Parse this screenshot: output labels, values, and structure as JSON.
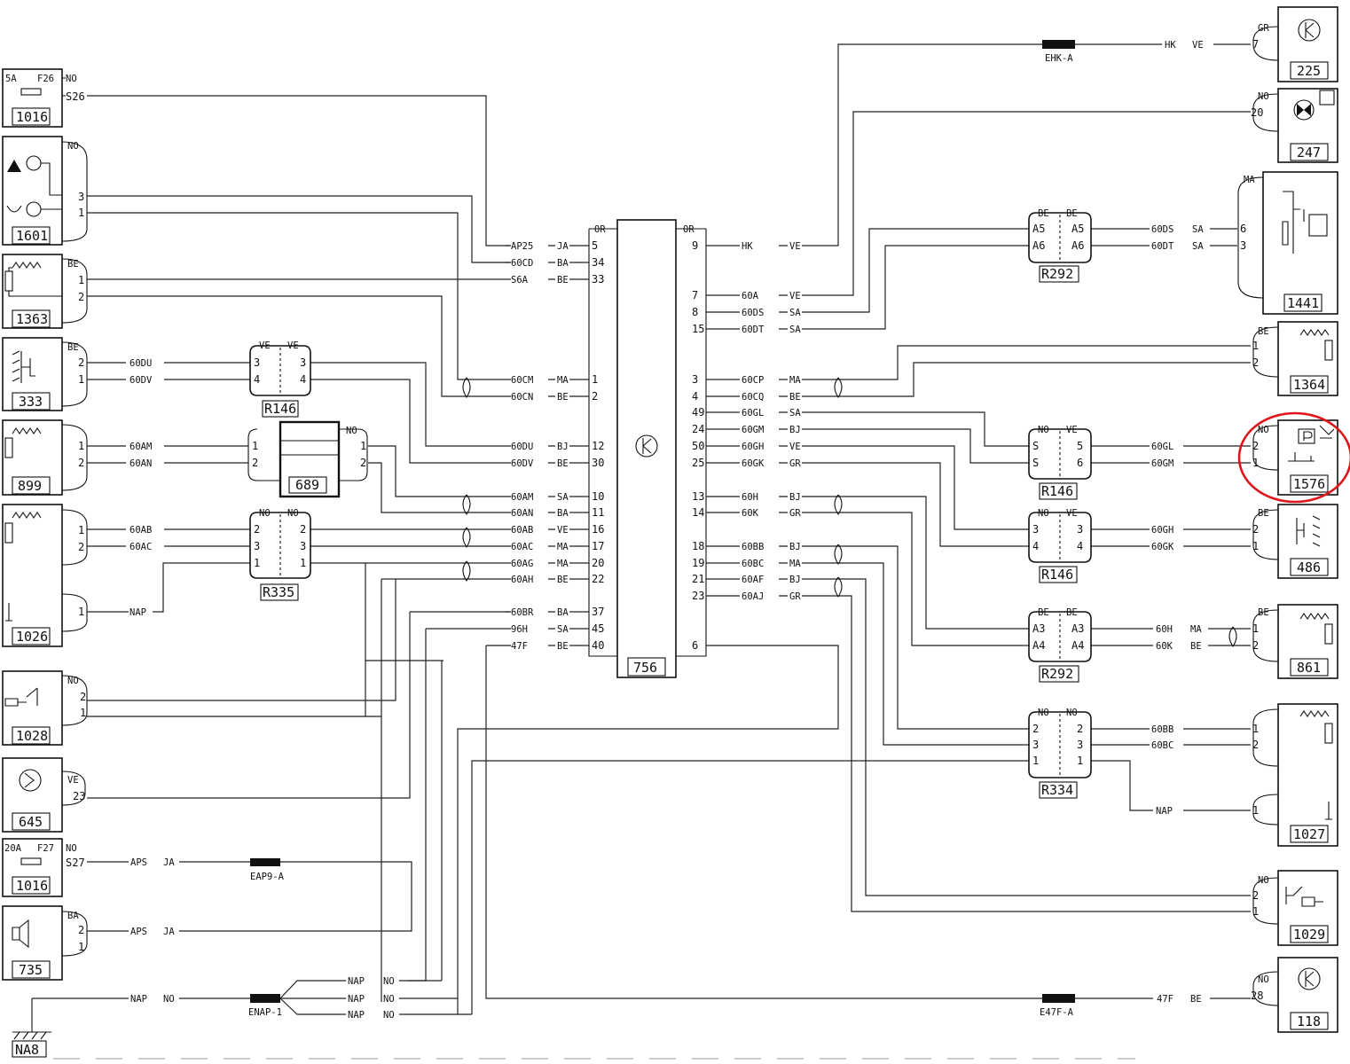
{
  "colors": {
    "ink": "#111111",
    "background": "#ffffff",
    "highlight": "#e0151b"
  },
  "components": {
    "c1016a": {
      "num": "1016",
      "fuse": "5A",
      "ref": "F26",
      "tag": "NO",
      "pin": "S26"
    },
    "c1601": {
      "num": "1601",
      "tag": "NO",
      "p1": "3",
      "p2": "1"
    },
    "c1363": {
      "num": "1363",
      "tag": "BE",
      "p1": "1",
      "p2": "2"
    },
    "c333": {
      "num": "333",
      "tag": "BE",
      "p1": "2",
      "p2": "1"
    },
    "c899": {
      "num": "899",
      "p1": "1",
      "p2": "2"
    },
    "c1026": {
      "num": "1026",
      "p1": "1",
      "p2": "2",
      "p3": "1"
    },
    "c1028": {
      "num": "1028",
      "tag": "NO",
      "p1": "2",
      "p2": "1"
    },
    "c645": {
      "num": "645",
      "tag": "VE",
      "p1": "23"
    },
    "c1016b": {
      "num": "1016",
      "fuse": "20A",
      "ref": "F27",
      "tag": "NO",
      "pin": "S27"
    },
    "c735": {
      "num": "735",
      "tag": "BA",
      "p1": "2",
      "p2": "1"
    },
    "c689": {
      "num": "689",
      "tag": "NO",
      "l1": "1",
      "l2": "2",
      "r1": "1",
      "r2": "2"
    },
    "c756": {
      "num": "756",
      "ltag": "OR",
      "rtag": "OR"
    },
    "c225": {
      "num": "225",
      "tag": "GR",
      "p1": "7"
    },
    "c247": {
      "num": "247",
      "tag": "NO",
      "p1": "20"
    },
    "c1441": {
      "num": "1441",
      "tag": "MA",
      "p1": "6",
      "p2": "3"
    },
    "c1364": {
      "num": "1364",
      "tag": "BE",
      "p1": "1",
      "p2": "2"
    },
    "c1576": {
      "num": "1576",
      "tag": "NO",
      "p1": "2",
      "p2": "1"
    },
    "c486": {
      "num": "486",
      "tag": "BE",
      "p1": "2",
      "p2": "1"
    },
    "c861": {
      "num": "861",
      "tag": "BE",
      "p1": "1",
      "p2": "2"
    },
    "c1027": {
      "num": "1027",
      "p1": "1",
      "p2": "2",
      "p3": "1"
    },
    "c1029": {
      "num": "1029",
      "tag": "NO",
      "p1": "2",
      "p2": "1"
    },
    "c118": {
      "num": "118",
      "tag": "NO",
      "p1": "28"
    },
    "nab": {
      "num": "NA8"
    }
  },
  "connectors": {
    "r146a": {
      "num": "R146",
      "lt": "VE",
      "rt": "VE",
      "l1": "3",
      "l2": "4",
      "r1": "3",
      "r2": "4"
    },
    "r335": {
      "num": "R335",
      "lt": "NO",
      "rt": "NO",
      "l1": "2",
      "l2": "3",
      "l3": "1",
      "r1": "2",
      "r2": "3",
      "r3": "1"
    },
    "r292a": {
      "num": "R292",
      "lt": "BE",
      "rt": "BE",
      "l1": "A5",
      "l2": "A6",
      "r1": "A5",
      "r2": "A6"
    },
    "r146b": {
      "num": "R146",
      "lt": "NO",
      "rt": "VE",
      "l1": "S",
      "l2": "S",
      "r1": "5",
      "r2": "6"
    },
    "r146c": {
      "num": "R146",
      "lt": "NO",
      "rt": "VE",
      "l1": "3",
      "l2": "4",
      "r1": "3",
      "r2": "4"
    },
    "r292b": {
      "num": "R292",
      "lt": "BE",
      "rt": "BE",
      "l1": "A3",
      "l2": "A4",
      "r1": "A3",
      "r2": "A4"
    },
    "r334": {
      "num": "R334",
      "lt": "NO",
      "rt": "NO",
      "l1": "2",
      "l2": "3",
      "l3": "1",
      "r1": "2",
      "r2": "3",
      "r3": "1"
    }
  },
  "splices": {
    "ehk": "EHK-A",
    "eap9": "EAP9-A",
    "enap": "ENAP-1",
    "e47f": "E47F-A"
  },
  "ecu_left_pins": [
    {
      "wire": "AP25",
      "color": "JA",
      "pin": "5"
    },
    {
      "wire": "60CD",
      "color": "BA",
      "pin": "34"
    },
    {
      "wire": "S6A",
      "color": "BE",
      "pin": "33"
    },
    {
      "wire": "60CM",
      "color": "MA",
      "pin": "1"
    },
    {
      "wire": "60CN",
      "color": "BE",
      "pin": "2"
    },
    {
      "wire": "60DU",
      "color": "BJ",
      "pin": "12"
    },
    {
      "wire": "60DV",
      "color": "BE",
      "pin": "30"
    },
    {
      "wire": "60AM",
      "color": "SA",
      "pin": "10"
    },
    {
      "wire": "60AN",
      "color": "BA",
      "pin": "11"
    },
    {
      "wire": "60AB",
      "color": "VE",
      "pin": "16"
    },
    {
      "wire": "60AC",
      "color": "MA",
      "pin": "17"
    },
    {
      "wire": "60AG",
      "color": "MA",
      "pin": "20"
    },
    {
      "wire": "60AH",
      "color": "BE",
      "pin": "22"
    },
    {
      "wire": "60BR",
      "color": "BA",
      "pin": "37"
    },
    {
      "wire": "96H",
      "color": "SA",
      "pin": "45"
    },
    {
      "wire": "47F",
      "color": "BE",
      "pin": "40"
    }
  ],
  "ecu_right_pins": [
    {
      "pin": "9",
      "wire": "HK",
      "color": "VE"
    },
    {
      "pin": "7",
      "wire": "60A",
      "color": "VE"
    },
    {
      "pin": "8",
      "wire": "60DS",
      "color": "SA"
    },
    {
      "pin": "15",
      "wire": "60DT",
      "color": "SA"
    },
    {
      "pin": "3",
      "wire": "60CP",
      "color": "MA"
    },
    {
      "pin": "4",
      "wire": "60CQ",
      "color": "BE"
    },
    {
      "pin": "49",
      "wire": "60GL",
      "color": "SA"
    },
    {
      "pin": "24",
      "wire": "60GM",
      "color": "BJ"
    },
    {
      "pin": "50",
      "wire": "60GH",
      "color": "VE"
    },
    {
      "pin": "25",
      "wire": "60GK",
      "color": "GR"
    },
    {
      "pin": "13",
      "wire": "60H",
      "color": "BJ"
    },
    {
      "pin": "14",
      "wire": "60K",
      "color": "GR"
    },
    {
      "pin": "18",
      "wire": "60BB",
      "color": "BJ"
    },
    {
      "pin": "19",
      "wire": "60BC",
      "color": "MA"
    },
    {
      "pin": "21",
      "wire": "60AF",
      "color": "BJ"
    },
    {
      "pin": "23",
      "wire": "60AJ",
      "color": "GR"
    },
    {
      "pin": "6",
      "wire": "",
      "color": ""
    }
  ],
  "labels": {
    "w60du": "60DU",
    "w60dv": "60DV",
    "w60am": "60AM",
    "w60an": "60AN",
    "w60ab": "60AB",
    "w60ac": "60AC",
    "nap": "NAP",
    "aps1": "APS",
    "ja1": "JA",
    "aps2": "APS",
    "ja2": "JA",
    "hk_r": "HK",
    "ve_r": "VE",
    "w60ds": "60DS",
    "w60dt": "60DT",
    "sa1": "SA",
    "sa2": "SA",
    "w60gl": "60GL",
    "w60gm": "60GM",
    "w60gh": "60GH",
    "w60gk": "60GK",
    "w60h": "60H",
    "w60k": "60K",
    "ma_h": "MA",
    "be_k": "BE",
    "w60bb": "60BB",
    "w60bc": "60BC",
    "nap_r": "NAP",
    "w47f": "47F",
    "be47": "BE",
    "nap_g": "NAP",
    "no_g": "NO",
    "nap_e1": "NAP",
    "no_e1": "NO",
    "nap_e2": "NAP",
    "no_e2": "NO",
    "nap_e3": "NAP",
    "no_e3": "NO"
  }
}
